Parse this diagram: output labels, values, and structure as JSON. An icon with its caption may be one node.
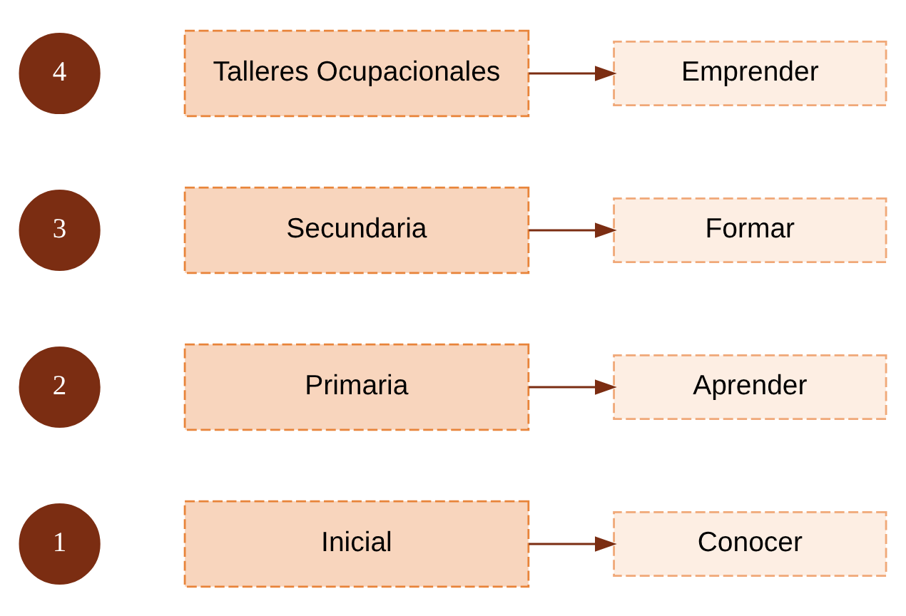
{
  "diagram": {
    "nodes": [
      {
        "text": [
          "1"
        ]
      },
      {
        "text": [
          "Inicial"
        ]
      },
      {
        "text": [
          "Conocer"
        ]
      },
      {
        "text": [
          "2"
        ]
      },
      {
        "text": [
          "Primaria"
        ]
      },
      {
        "text": [
          "Aprender"
        ]
      },
      {
        "text": [
          "3"
        ]
      },
      {
        "text": [
          "Secundaria"
        ]
      },
      {
        "text": [
          "Formar"
        ]
      },
      {
        "text": [
          "4"
        ]
      },
      {
        "text": [
          "Talleres Ocupacionales"
        ]
      },
      {
        "text": [
          "Emprender"
        ]
      }
    ],
    "edges": [
      {
        "from": 1,
        "to": 2,
        "arrow": "to"
      },
      {
        "from": 4,
        "to": 5,
        "arrow": "to"
      },
      {
        "from": 7,
        "to": 8,
        "arrow": "to"
      },
      {
        "from": 10,
        "to": 11,
        "arrow": "to"
      }
    ]
  }
}
